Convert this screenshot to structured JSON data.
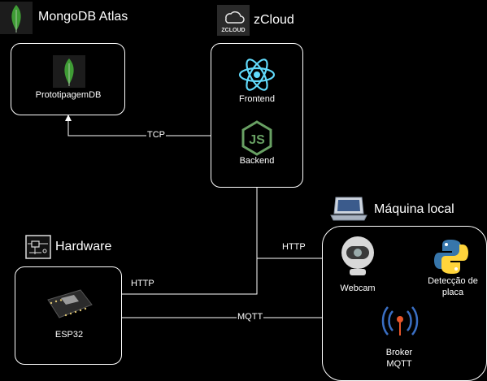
{
  "groups": {
    "mongodb": {
      "title": "MongoDB Atlas",
      "node": "PrototipagemDB"
    },
    "zcloud": {
      "title": "zCloud",
      "logo_text": "ZCLOUD",
      "frontend": "Frontend",
      "backend": "Backend"
    },
    "local": {
      "title": "Máquina local",
      "webcam": "Webcam",
      "detection_line1": "Detecção de",
      "detection_line2": "placa",
      "broker_line1": "Broker",
      "broker_line2": "MQTT"
    },
    "hardware": {
      "title": "Hardware",
      "node": "ESP32"
    }
  },
  "edges": {
    "tcp": "TCP",
    "http_esp": "HTTP",
    "http_local": "HTTP",
    "mqtt": "MQTT"
  },
  "colors": {
    "background": "#000000",
    "mongo_green": "#3f9c35",
    "react_blue": "#61dafb",
    "node_green": "#68a063",
    "python_blue": "#3776ab",
    "python_yellow": "#ffd43b",
    "broker_blue": "#3a6fc4",
    "broker_orange": "#e8562a"
  },
  "icons": [
    "mongodb-leaf-icon",
    "zcloud-logo-icon",
    "react-icon",
    "nodejs-icon",
    "laptop-icon",
    "webcam-icon",
    "python-icon",
    "broker-antenna-icon",
    "hardware-board-icon",
    "esp32-chip-icon"
  ]
}
